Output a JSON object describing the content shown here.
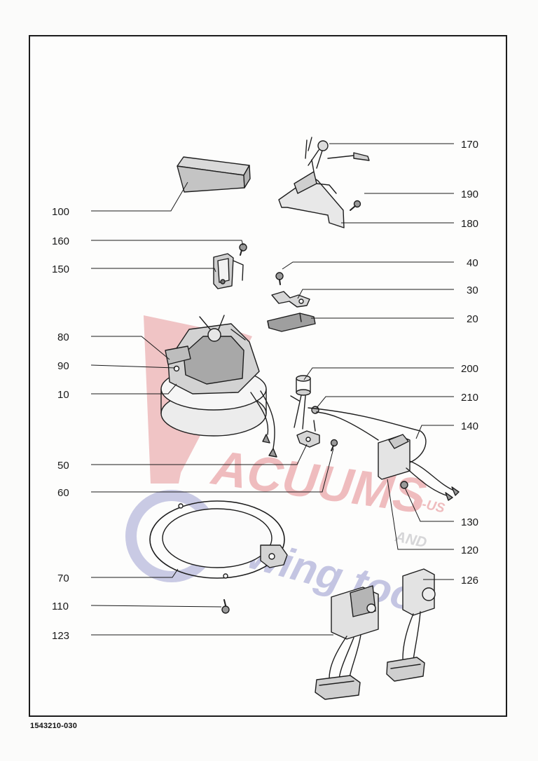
{
  "document_id": "1543210-030",
  "watermark": {
    "line1": "ACUUMS",
    "line2": "Sewing too",
    "corner_top": "R-US",
    "corner_bottom": "AND",
    "red": "#e8a0a4",
    "blue": "#a9abd6"
  },
  "callouts": {
    "p170": "170",
    "p190": "190",
    "p180": "180",
    "p100": "100",
    "p160": "160",
    "p150": "150",
    "p40": "40",
    "p30": "30",
    "p20": "20",
    "p80": "80",
    "p90": "90",
    "p200": "200",
    "p10": "10",
    "p210": "210",
    "p140": "140",
    "p50": "50",
    "p60": "60",
    "p130": "130",
    "p120": "120",
    "p70": "70",
    "p126": "126",
    "p110": "110",
    "p123": "123"
  }
}
